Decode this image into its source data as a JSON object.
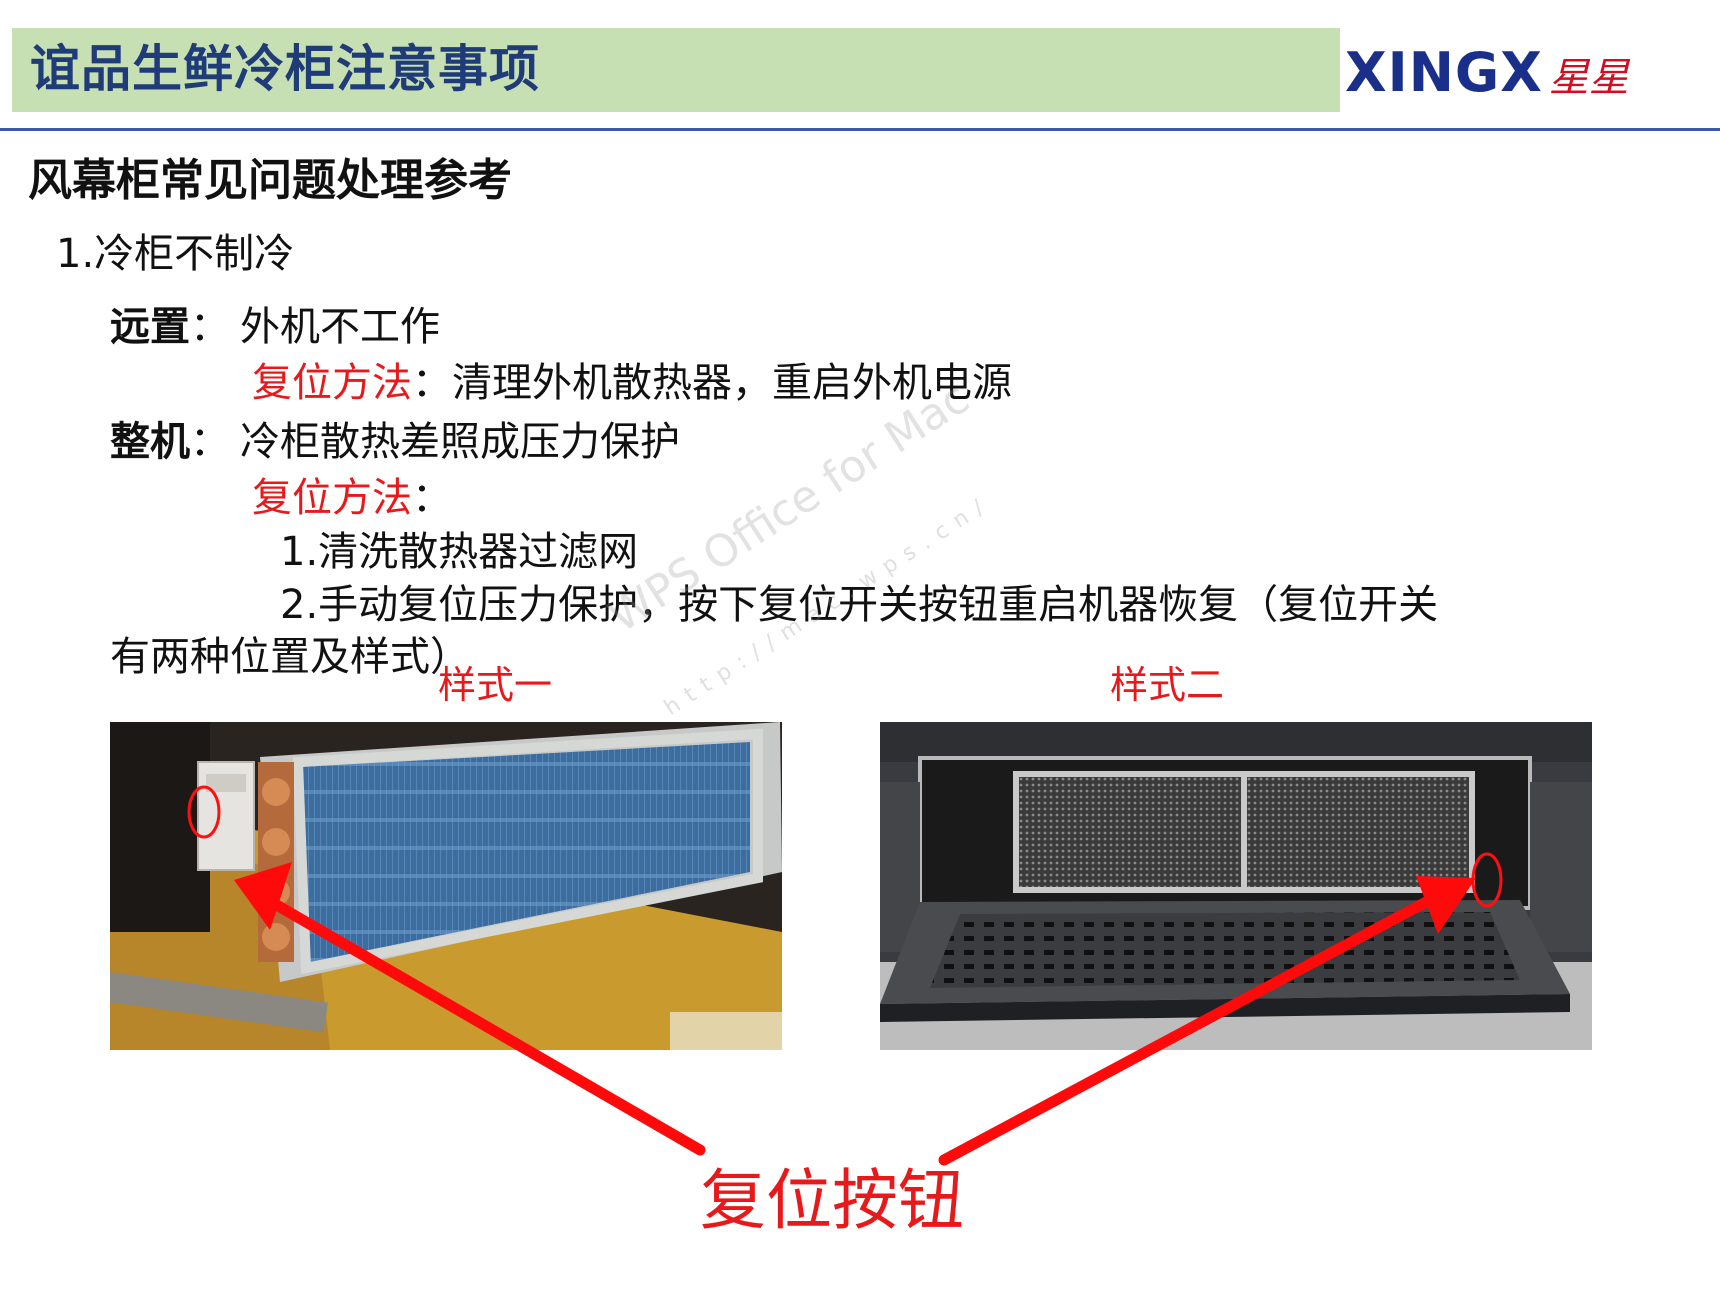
{
  "header": {
    "title": "谊品生鲜冷柜注意事项",
    "logo_text": "XINGX",
    "logo_script": "星星"
  },
  "subtitle": "风幕柜常见问题处理参考",
  "section": {
    "heading": "1.冷柜不制冷",
    "remote": {
      "label": "远置",
      "colon": "：",
      "desc": "外机不工作",
      "method_label": "复位方法",
      "method_text": "：清理外机散热器，重启外机电源"
    },
    "integrated": {
      "label": "整机",
      "colon": "：",
      "desc": "冷柜散热差照成压力保护",
      "method_label": "复位方法",
      "method_colon": "：",
      "step1": "1.清洗散热器过滤网",
      "step2": "2.手动复位压力保护，按下复位开关按钮重启机器恢复（复位开关",
      "step2_cont": "有两种位置及样式）"
    }
  },
  "images": {
    "style1_label": "样式一",
    "style2_label": "样式二"
  },
  "callout": "复位按钮",
  "watermark": {
    "text": "WPS Office for Mac",
    "url": "http://mac.wps.cn/"
  },
  "colors": {
    "header_bg": "#c6e0b4",
    "title_blue": "#1f3b78",
    "accent_red": "#e8191b",
    "divider": "#3b5ba8"
  }
}
